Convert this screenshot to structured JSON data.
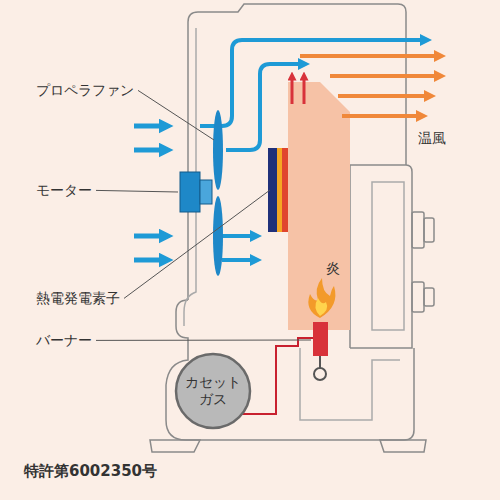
{
  "diagram": {
    "nodes": [
      {
        "text": [
          "カセット ガス"
        ]
      }
    ],
    "labels": [
      "プロペラファン",
      "モーター",
      "熱電発電素子",
      "バーナー",
      "炎",
      "温風",
      "特許第6002350号"
    ]
  }
}
